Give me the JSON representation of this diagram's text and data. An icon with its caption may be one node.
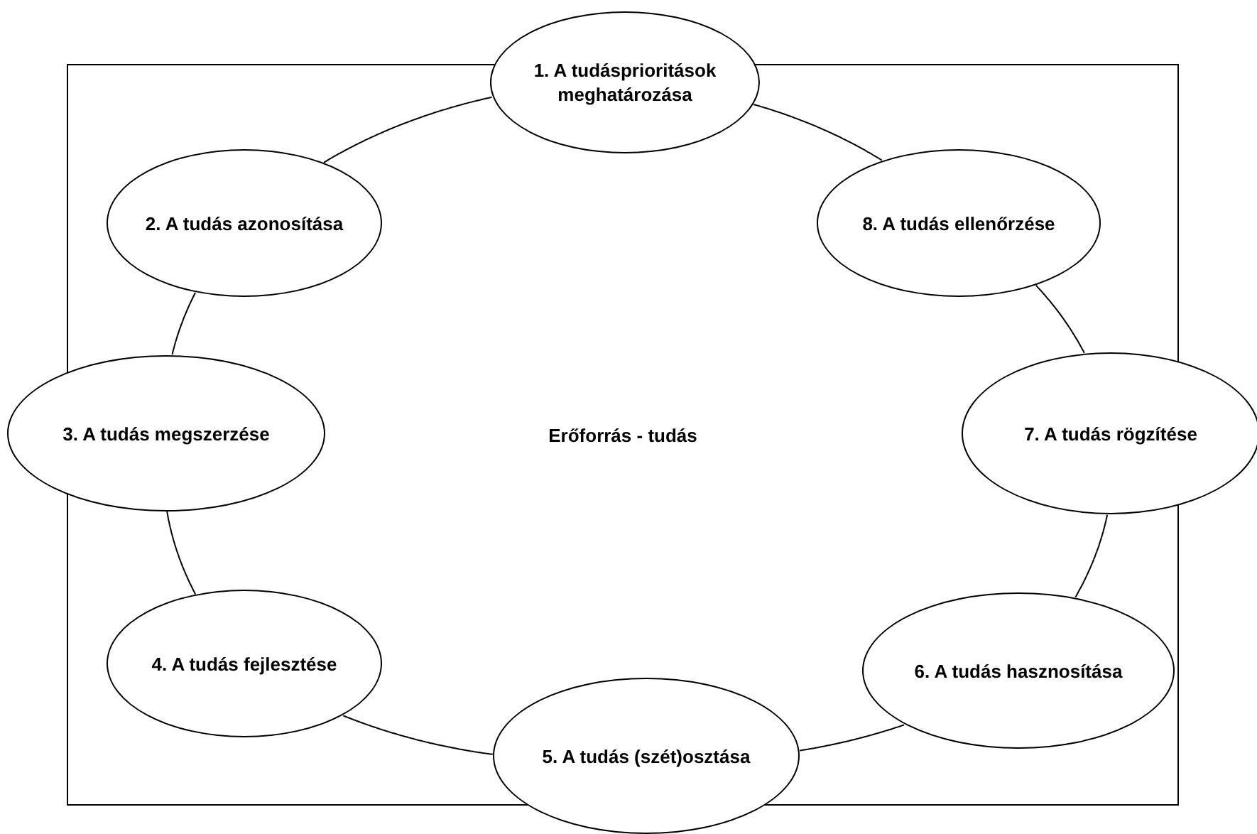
{
  "diagram": {
    "nodes": [
      {
        "text": [
          "Erőforrás - tudás"
        ]
      },
      {
        "text": [
          "1. A tudásprioritások meghatározása"
        ]
      },
      {
        "text": [
          "2. A tudás azonosítása"
        ],
        "in": 0
      },
      {
        "text": [
          "3. A tudás megszerzése"
        ]
      },
      {
        "text": [
          "4. A tudás fejlesztése"
        ],
        "in": 0
      },
      {
        "text": [
          "5. A tudás (szét)osztása"
        ]
      },
      {
        "text": [
          "6. A tudás hasznosítása"
        ],
        "in": 0
      },
      {
        "text": [
          "7. A tudás rögzítése"
        ]
      },
      {
        "text": [
          "8. A tudás ellenőrzése"
        ],
        "in": 0
      }
    ],
    "edges": [
      {
        "from": 1,
        "to": 2,
        "arrow": "none"
      },
      {
        "from": 2,
        "to": 3,
        "arrow": "none"
      },
      {
        "from": 3,
        "to": 4,
        "arrow": "none"
      },
      {
        "from": 4,
        "to": 5,
        "arrow": "none"
      },
      {
        "from": 5,
        "to": 6,
        "arrow": "none"
      },
      {
        "from": 6,
        "to": 7,
        "arrow": "none"
      },
      {
        "from": 7,
        "to": 8,
        "arrow": "none"
      },
      {
        "from": 8,
        "to": 1,
        "arrow": "none"
      }
    ]
  }
}
